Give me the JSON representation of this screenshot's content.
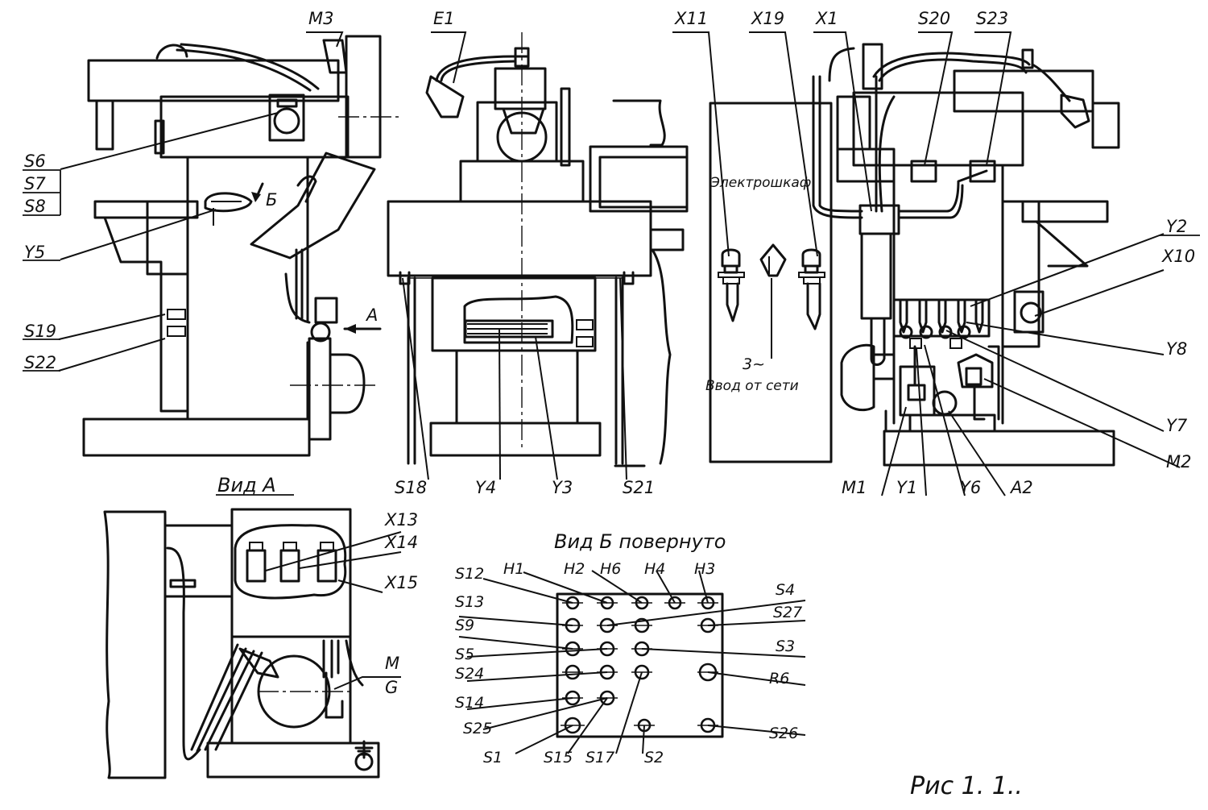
{
  "labels": {
    "S6": "S6",
    "S7": "S7",
    "S8": "S8",
    "Y5": "Y5",
    "S19": "S19",
    "S22": "S22",
    "M3": "M3",
    "E1": "E1",
    "X11": "X11",
    "X19": "X19",
    "X1": "X1",
    "S20": "S20",
    "S23": "S23",
    "Y2": "Y2",
    "X10": "X10",
    "Y8": "Y8",
    "Y7": "Y7",
    "M2": "M2",
    "M1": "M1",
    "Y1": "Y1",
    "Y6": "Y6",
    "A2": "A2",
    "S18": "S18",
    "Y4": "Y4",
    "Y3": "Y3",
    "S21": "S21",
    "X13": "X13",
    "X14": "X14",
    "X15": "X15",
    "M": "M",
    "G": "G",
    "S12": "S12",
    "H1": "H1",
    "H2": "H2",
    "H6": "H6",
    "H4": "H4",
    "H3": "H3",
    "S4": "S4",
    "S13": "S13",
    "S27": "S27",
    "S9": "S9",
    "S3": "S3",
    "S5": "S5",
    "S24": "S24",
    "R6": "R6",
    "S14": "S14",
    "S25": "S25",
    "S26": "S26",
    "S1": "S1",
    "S15": "S15",
    "S17": "S17",
    "S2": "S2"
  },
  "arrows": {
    "b": "Б",
    "a": "A"
  },
  "views": {
    "view_a": "Вид А",
    "view_b": "Вид Б повернуто"
  },
  "cabinet": {
    "title": "Электрошкаф",
    "phase": "3~",
    "mains": "Ввод от сети"
  },
  "figure_caption": "Рис 1. 1.."
}
